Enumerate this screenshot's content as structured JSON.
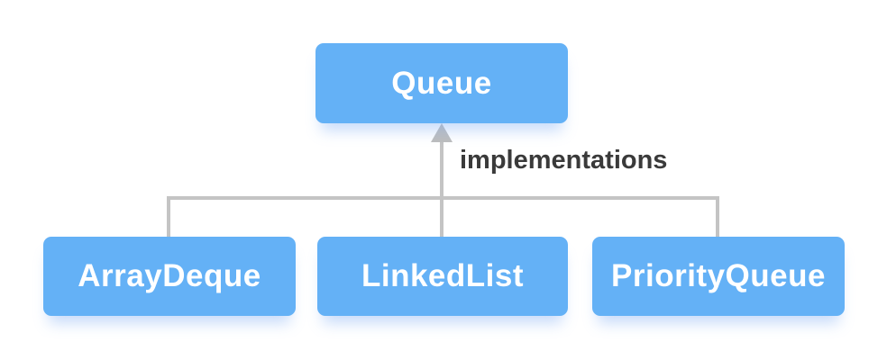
{
  "diagram": {
    "type": "hierarchy",
    "parent": {
      "label": "Queue"
    },
    "edge_label": "implementations",
    "children": [
      {
        "label": "ArrayDeque"
      },
      {
        "label": "LinkedList"
      },
      {
        "label": "PriorityQueue"
      }
    ],
    "colors": {
      "node_fill": "#64b1f6",
      "node_text": "#ffffff",
      "node_shadow": "rgba(130,175,245,0.45)",
      "connector": "#c4c4c4",
      "arrowhead": "#bdbdbd",
      "edge_label_color": "#3a3a3a",
      "background": "#ffffff"
    }
  }
}
